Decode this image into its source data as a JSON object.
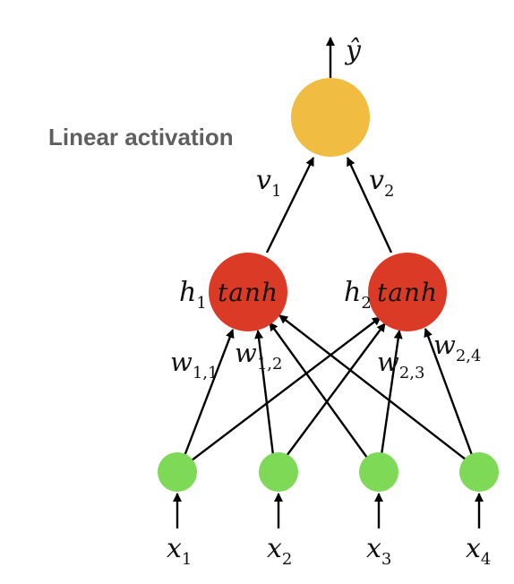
{
  "diagram": {
    "output_activation_label": "Linear activation",
    "output": {
      "label": "ŷ",
      "color": "#F0BD42"
    },
    "hidden_nodes": [
      {
        "id": "h1",
        "label_base": "h",
        "label_sub": "1",
        "activation": "tanh",
        "color": "#DB3A26"
      },
      {
        "id": "h2",
        "label_base": "h",
        "label_sub": "2",
        "activation": "tanh",
        "color": "#DB3A26"
      }
    ],
    "input_nodes": [
      {
        "id": "x1",
        "label_base": "x",
        "label_sub": "1",
        "color": "#7ED957"
      },
      {
        "id": "x2",
        "label_base": "x",
        "label_sub": "2",
        "color": "#7ED957"
      },
      {
        "id": "x3",
        "label_base": "x",
        "label_sub": "3",
        "color": "#7ED957"
      },
      {
        "id": "x4",
        "label_base": "x",
        "label_sub": "4",
        "color": "#7ED957"
      }
    ],
    "output_weights": [
      {
        "base": "v",
        "sub": "1"
      },
      {
        "base": "v",
        "sub": "2"
      }
    ],
    "input_weights": [
      {
        "base": "w",
        "sub": "1,1"
      },
      {
        "base": "w",
        "sub": "1,2"
      },
      {
        "base": "w",
        "sub": "2,3"
      },
      {
        "base": "w",
        "sub": "2,4"
      }
    ],
    "edge_color": "#000000"
  }
}
